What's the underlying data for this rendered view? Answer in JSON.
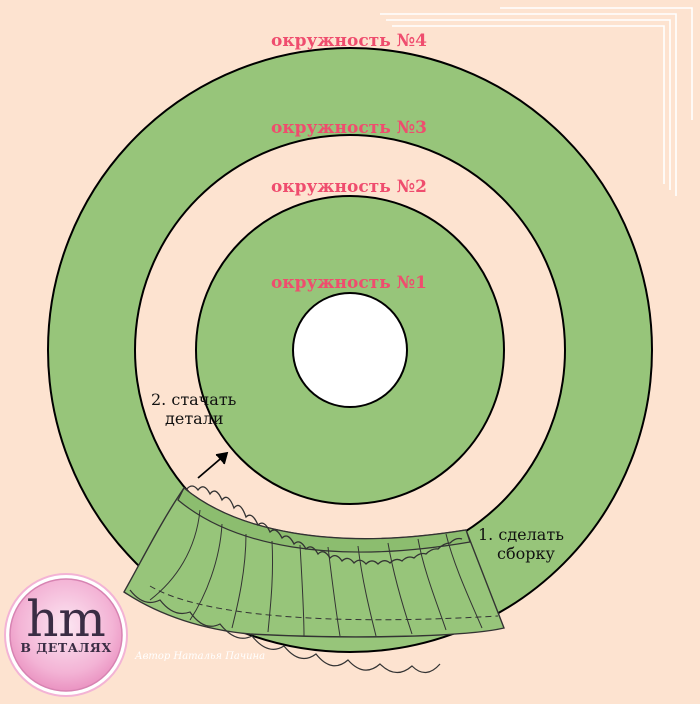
{
  "colors": {
    "background": "#fde3d0",
    "ring_fill": "#97c57a",
    "ring_stroke": "#000000",
    "label_color": "#ef4d6e",
    "frame_lines": "#ffffff",
    "logo_pink": "#f0a3cc"
  },
  "rings": [
    {
      "label": "окружность №4"
    },
    {
      "label": "окружность №3"
    },
    {
      "label": "окружность №2"
    },
    {
      "label": "окружность №1"
    }
  ],
  "steps": {
    "gather": {
      "line1": "1. сделать",
      "line2": "сборку"
    },
    "stitch": {
      "line1": "2. стачать",
      "line2": "детали"
    }
  },
  "icons": [
    "arrow-icon",
    "ruffle-icon"
  ],
  "logo": {
    "main": "hm",
    "sub": "В ДЕТАЛЯХ"
  },
  "credit": "Автор Наталья Пачина"
}
